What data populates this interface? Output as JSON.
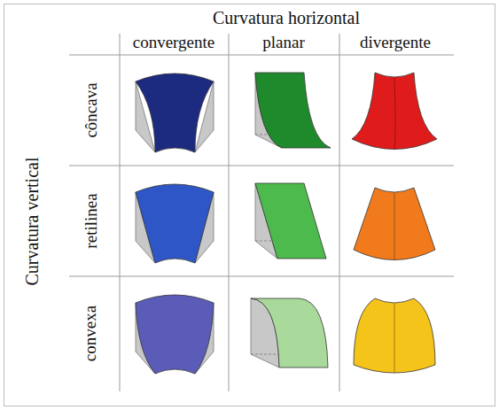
{
  "diagram": {
    "labels": [
      "Curvatura horizontal",
      "convergente",
      "planar",
      "divergente",
      "Curvatura vertical",
      "côncava",
      "retilinea",
      "convexa"
    ]
  }
}
